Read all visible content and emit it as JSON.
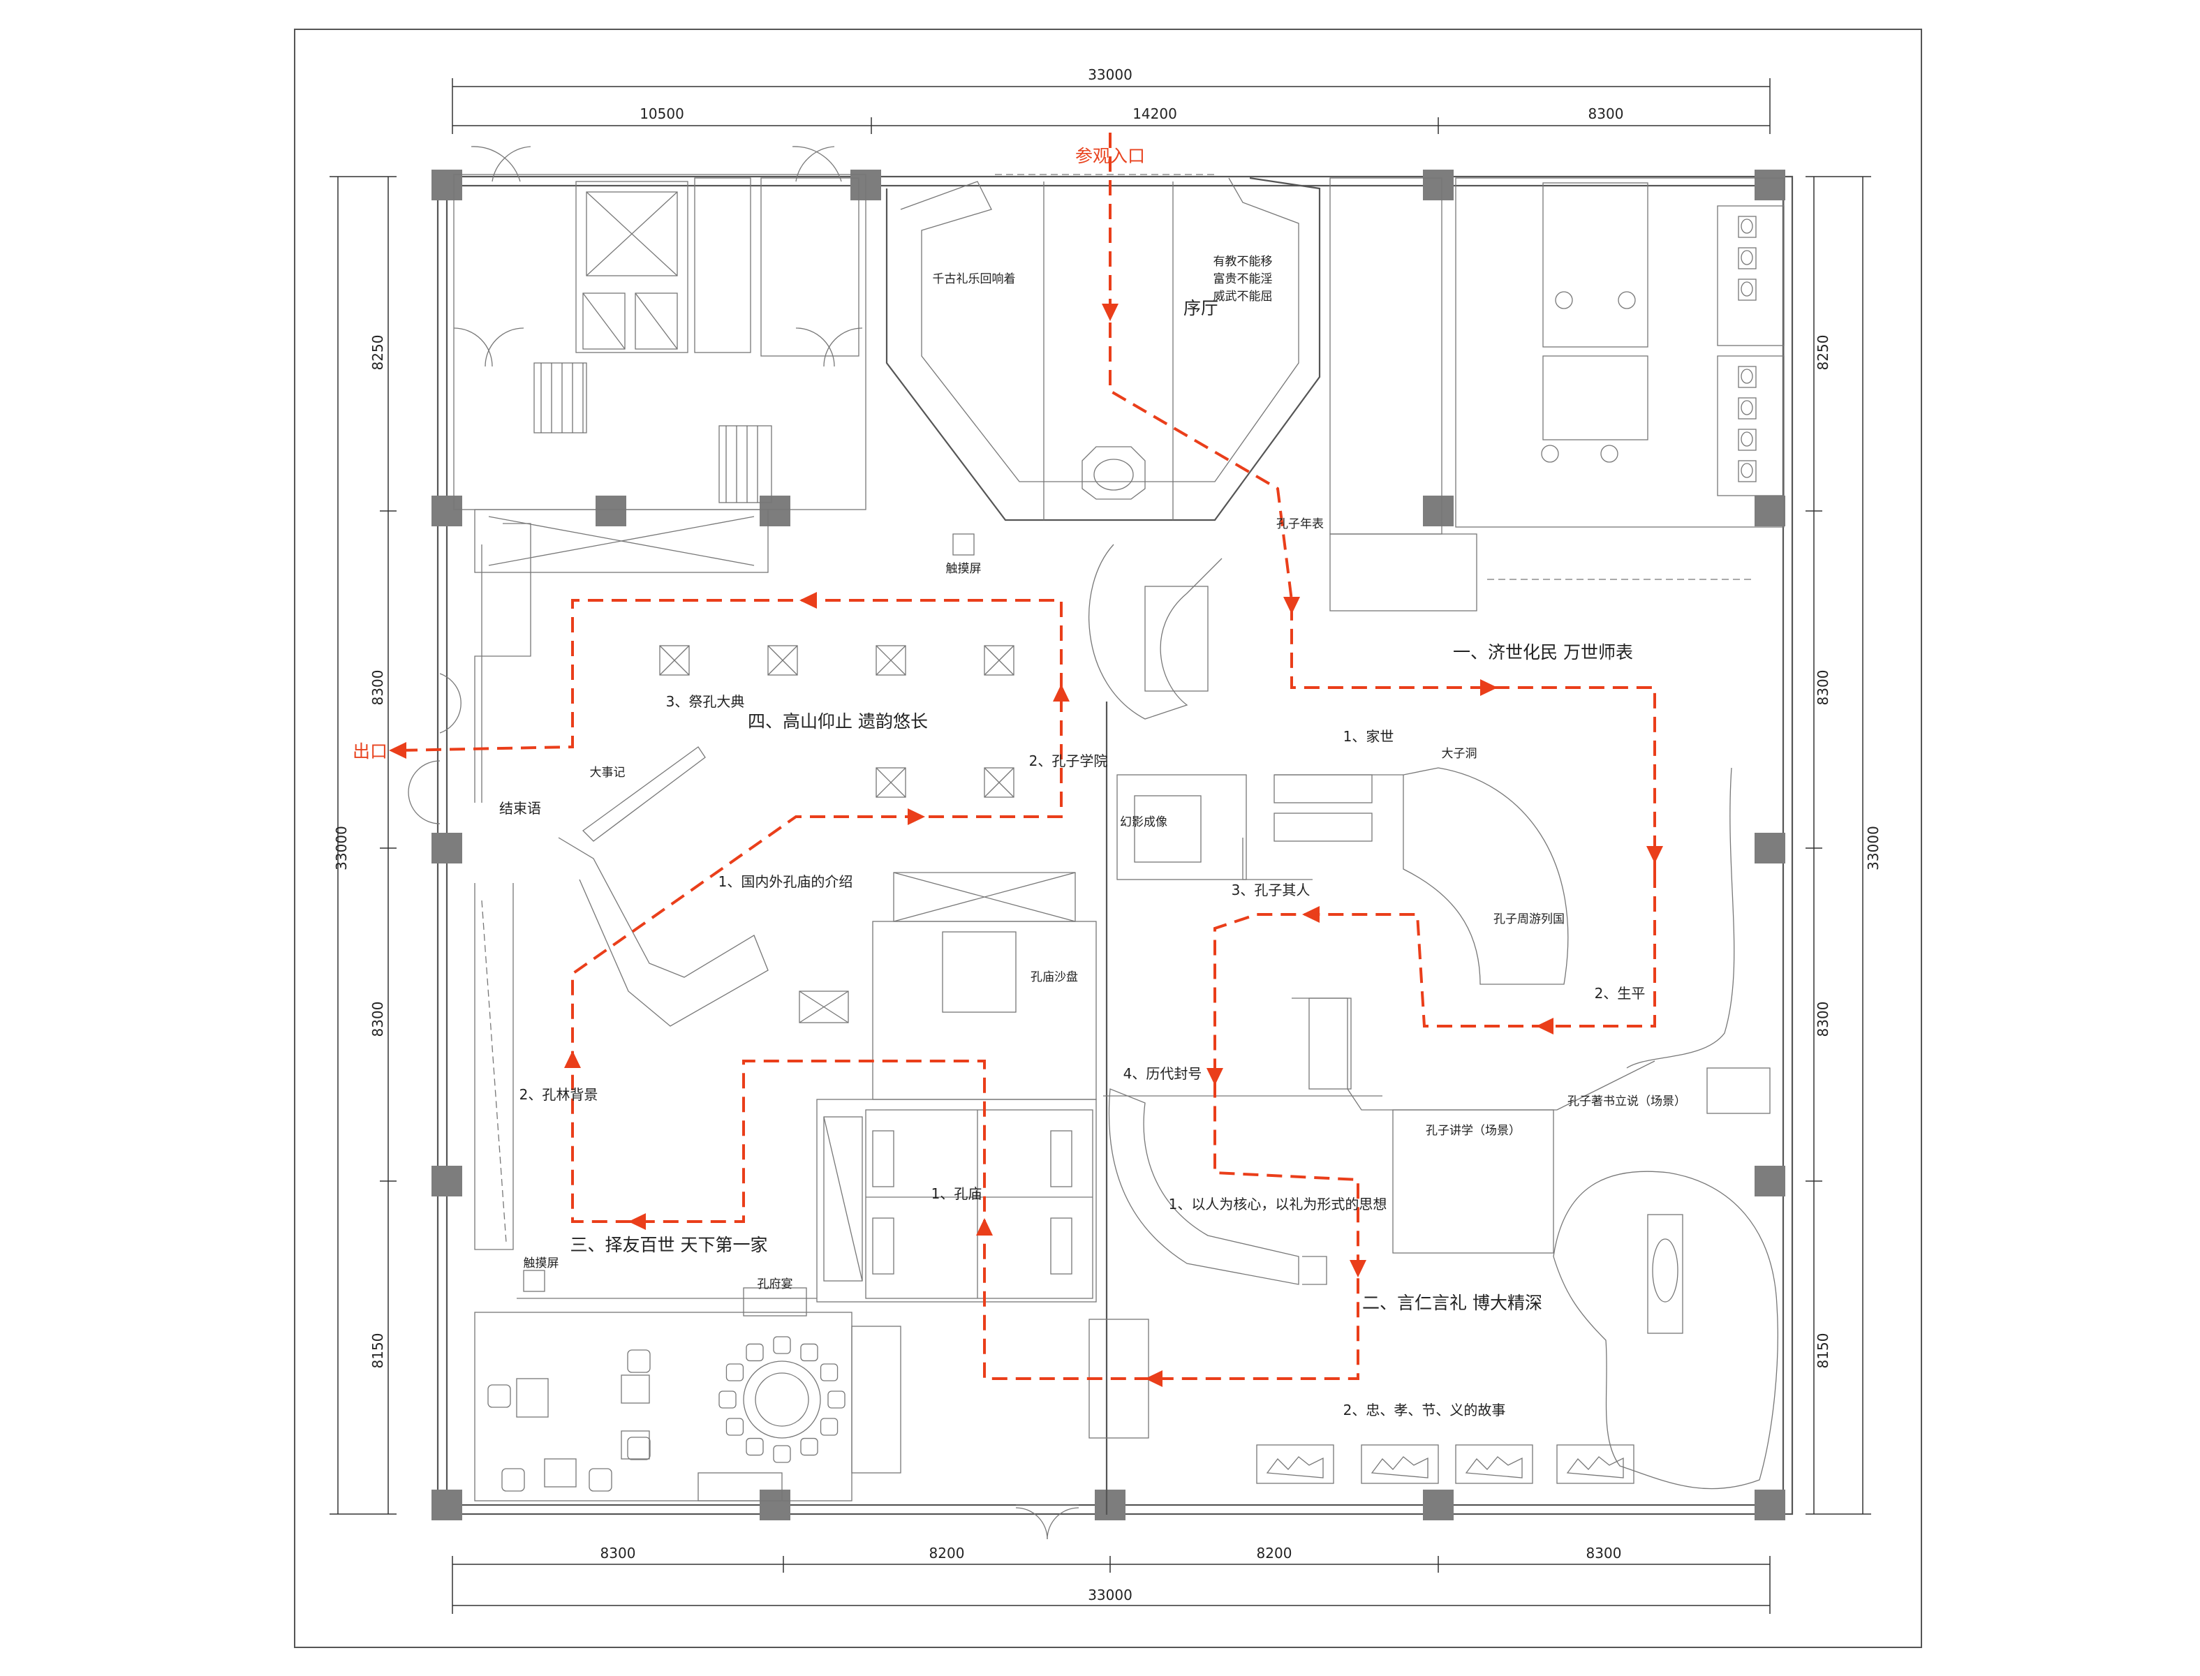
{
  "dimensions": {
    "top_total": "33000",
    "top_segments": [
      "10500",
      "14200",
      "8300"
    ],
    "bottom_segments": [
      "8300",
      "8200",
      "8200",
      "8300"
    ],
    "bottom_total": "33000",
    "left_total": "33000",
    "left_segments": [
      "8250",
      "8300",
      "8300",
      "8150"
    ],
    "right_total": "33000",
    "right_segments": [
      "8250",
      "8300",
      "8300",
      "8150"
    ]
  },
  "markers": {
    "entrance": "参观入口",
    "exit": "出口"
  },
  "sections": {
    "s1": "一、济世化民 万世师表",
    "s2": "二、言仁言礼 博大精深",
    "s3": "三、择友百世 天下第一家",
    "s4": "四、高山仰止 遗韵悠长"
  },
  "rooms": {
    "foyer": "序厅",
    "foyer_left_wall": "千古礼乐回响着",
    "foyer_right_wall": [
      "有教不能移",
      "富贵不能淫",
      "威武不能屈"
    ],
    "chronology": "孔子年表",
    "family": "1、家世",
    "temple_hall": "大子洞",
    "life": "2、生平",
    "disciples": "3、孔子其人",
    "travel_painting": "孔子周游列国",
    "fantasy": "幻影成像",
    "academy": "2、孔子学院",
    "ceremony": "3、祭孔大典",
    "events": "大事记",
    "closing": "结束语",
    "temples_intro": "1、国内外孔庙的介绍",
    "forest_bg": "2、孔林背景",
    "temple": "1、孔庙",
    "temple_model": "孔庙沙盘",
    "mansion": "孔府宴",
    "touch_left": "触摸屏",
    "touch_top": "触摸屏",
    "conferments": "4、历代封号",
    "core_idea": "1、以人为核心，以礼为形式的思想",
    "story": "2、忠、孝、节、义的故事",
    "lecture": "孔子讲学（场景）",
    "teaching": "孔子著书立说（场景）"
  }
}
